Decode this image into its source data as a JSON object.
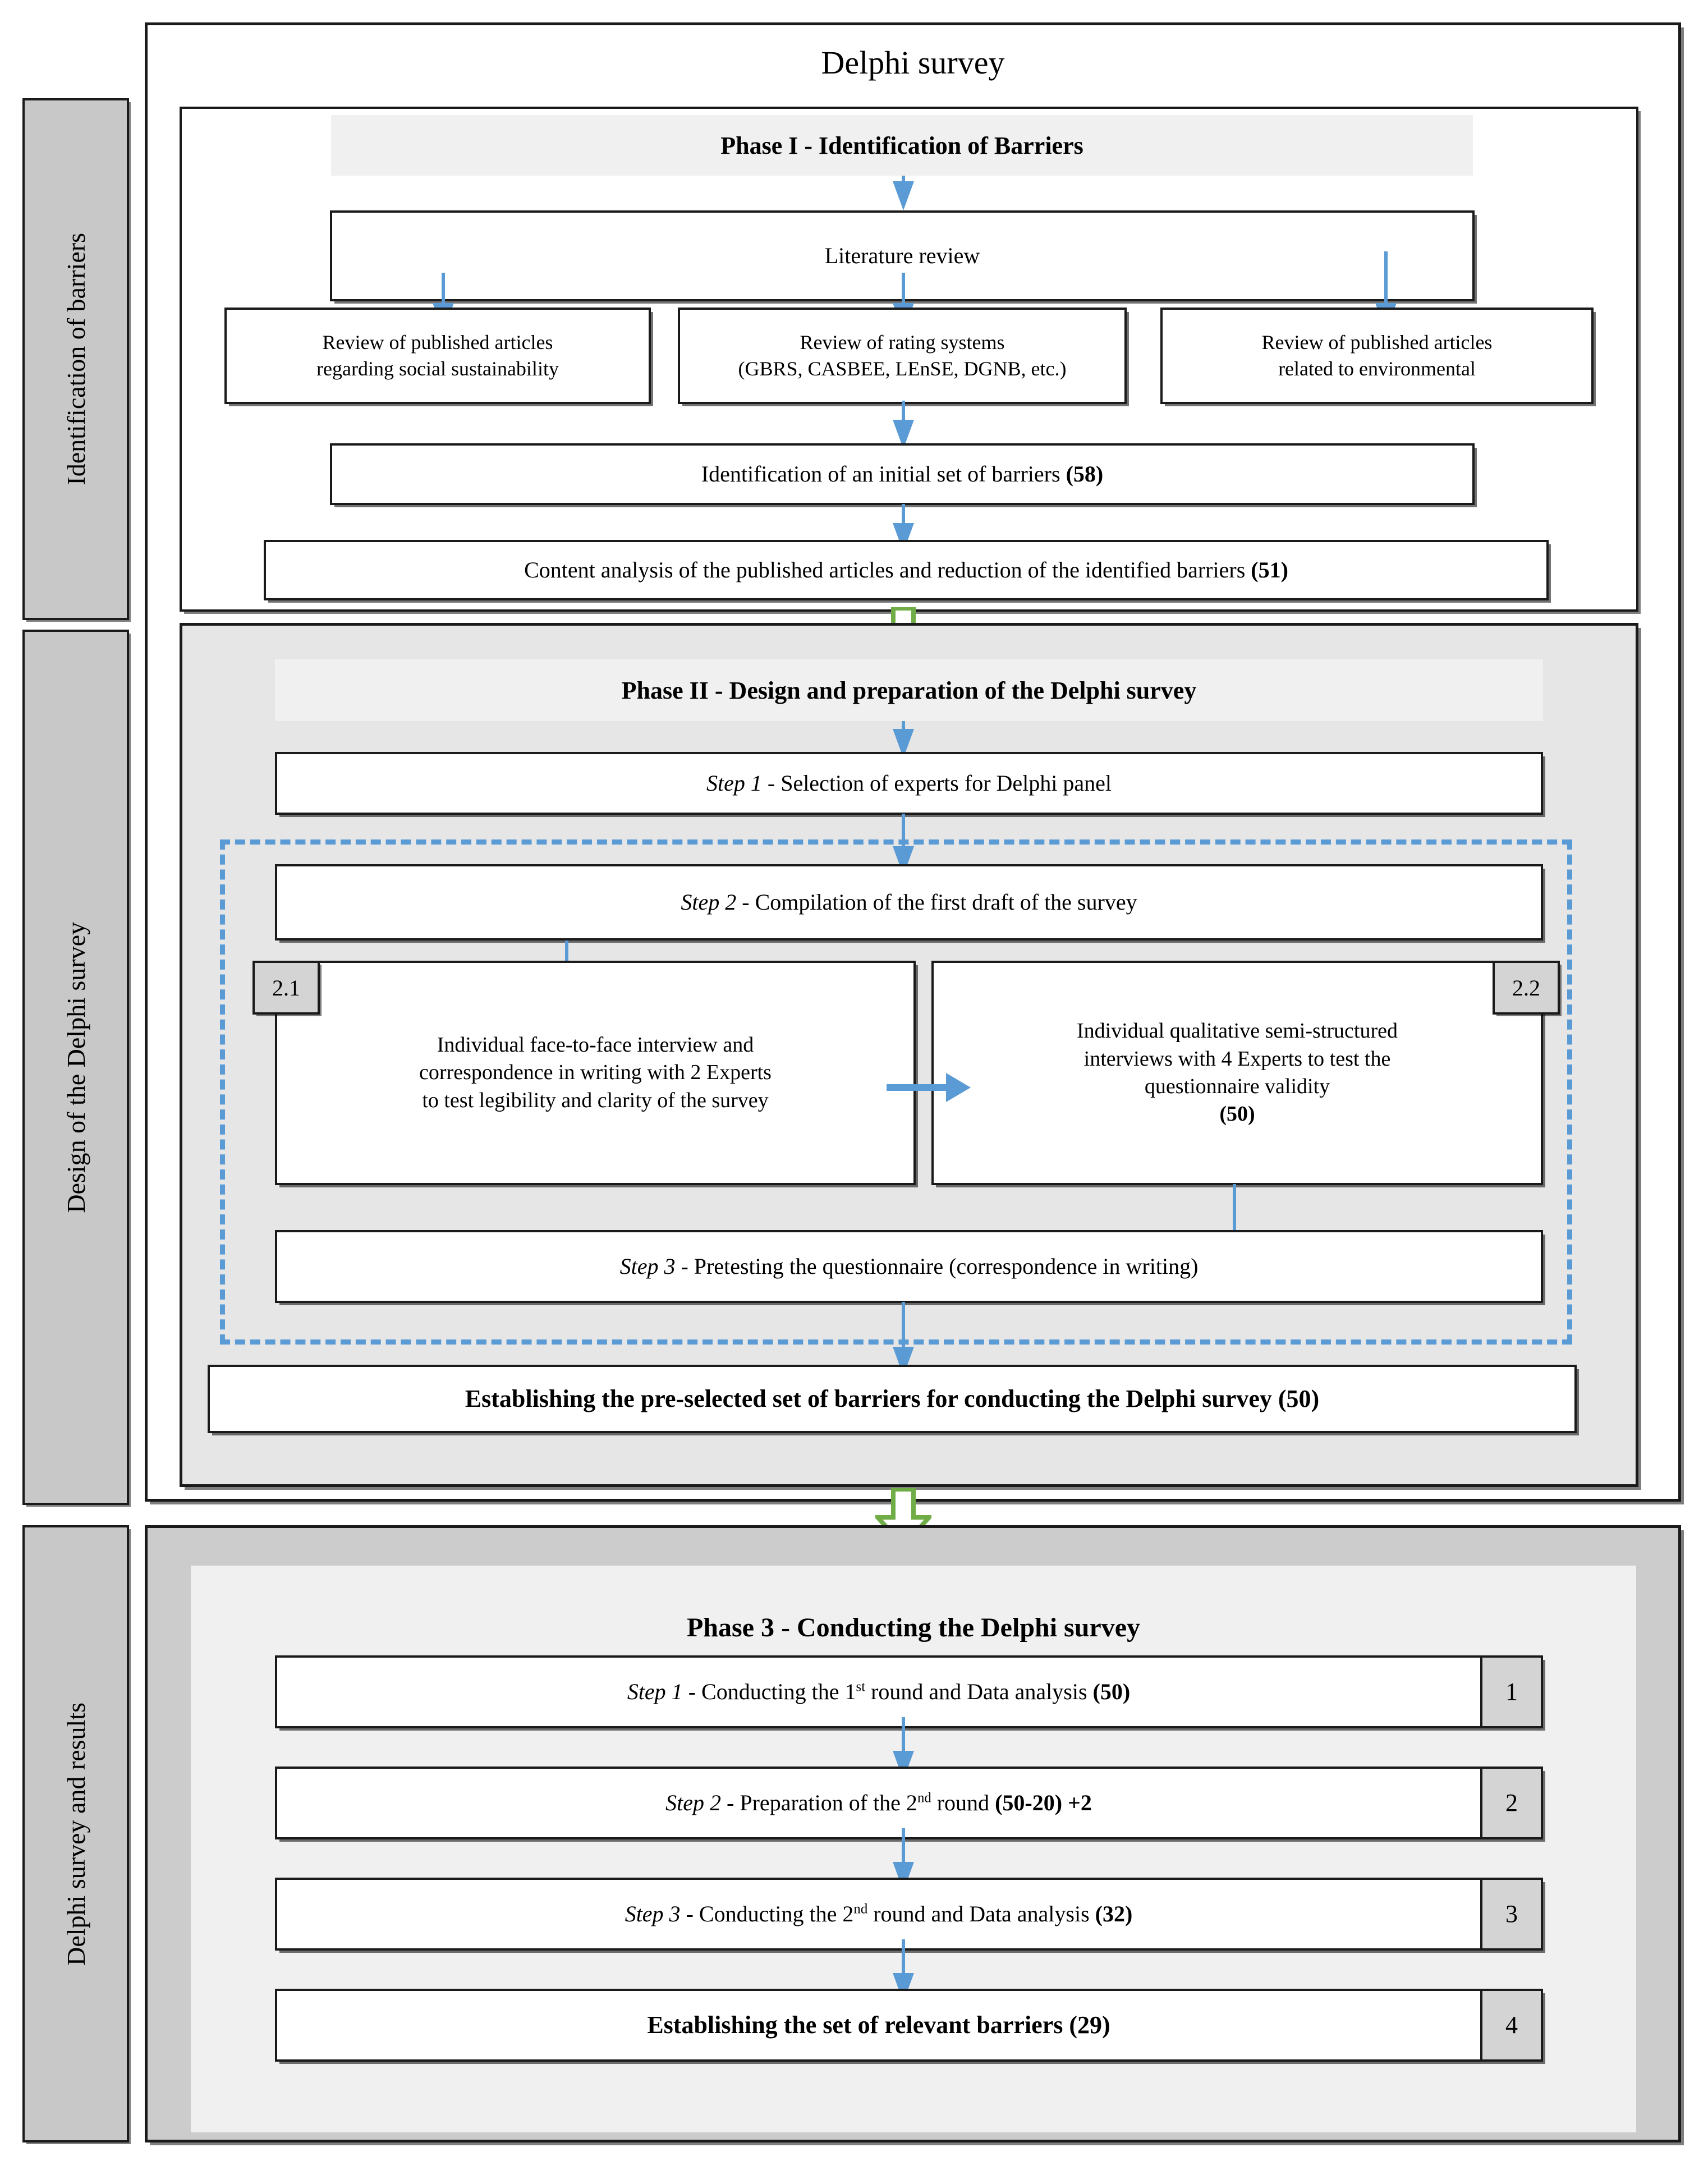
{
  "title": "Delphi survey",
  "rails": [
    {
      "label": "Identification of barriers"
    },
    {
      "label": "Design of the Delphi survey"
    },
    {
      "label": "Delphi survey and results"
    }
  ],
  "phase1": {
    "banner": "Phase I - Identification of Barriers",
    "literature_review": "Literature review",
    "reviews": [
      {
        "line1": "Review of published articles",
        "line2": "regarding social sustainability"
      },
      {
        "line1": "Review of rating systems",
        "line2": "(GBRS, CASBEE, LEnSE, DGNB, etc.)"
      },
      {
        "line1": "Review of published articles",
        "line2": "related to environmental"
      }
    ],
    "initial_set": "Identification of an initial set of barriers (58)",
    "initial_set_count": "58",
    "content_analysis": "Content analysis of the published articles and reduction of the identified barriers (51)",
    "content_analysis_count": "51"
  },
  "phase2": {
    "banner": "Phase II - Design and preparation of the Delphi survey",
    "step1_prefix": "Step 1",
    "step1_text": " - Selection of experts for Delphi panel",
    "step2_prefix": "Step 2",
    "step2_text": " - Compilation of the first draft of the survey",
    "sub21": {
      "tag": "2.1",
      "line1": "Individual face-to-face interview and",
      "line2": "correspondence in writing with 2 Experts",
      "line3": "to test legibility and clarity of the survey"
    },
    "sub22": {
      "tag": "2.2",
      "line1": "Individual qualitative semi-structured",
      "line2": "interviews with 4 Experts to test the",
      "line3": "questionnaire validity",
      "count": "(50)"
    },
    "step3_prefix": "Step 3",
    "step3_text": " - Pretesting the questionnaire (correspondence in writing)",
    "establishing": "Establishing the pre-selected set of barriers for conducting the Delphi survey (50)"
  },
  "phase3": {
    "banner": "Phase 3 - Conducting the Delphi survey",
    "rows": [
      {
        "prefix": "Step 1",
        "mid": " - Conducting the 1",
        "sup": "st",
        "tail": " round and Data analysis ",
        "bold": "(50)",
        "num": "1",
        "allbold": false
      },
      {
        "prefix": "Step 2",
        "mid": " - Preparation of the 2",
        "sup": "nd",
        "tail": " round ",
        "bold": "(50-20) +2",
        "num": "2",
        "allbold": false
      },
      {
        "prefix": "Step 3",
        "mid": " - Conducting the 2",
        "sup": "nd",
        "tail": " round and Data analysis ",
        "bold": "(32)",
        "num": "3",
        "allbold": false
      },
      {
        "prefix": "",
        "mid": "Establishing the set of relevant barriers (29)",
        "sup": "",
        "tail": "",
        "bold": "",
        "num": "4",
        "allbold": true
      }
    ]
  },
  "colors": {
    "arrow_blue": "#5b9bd5",
    "arrow_green": "#70ad47",
    "rail_grey": "#c8c8c8",
    "banner_grey": "#f0f0f0",
    "panel_grey": "#e6e6e6",
    "phase3_outer": "#cccccc",
    "phase3_inner": "#f0f0f0",
    "tag_grey": "#d4d4d4"
  }
}
